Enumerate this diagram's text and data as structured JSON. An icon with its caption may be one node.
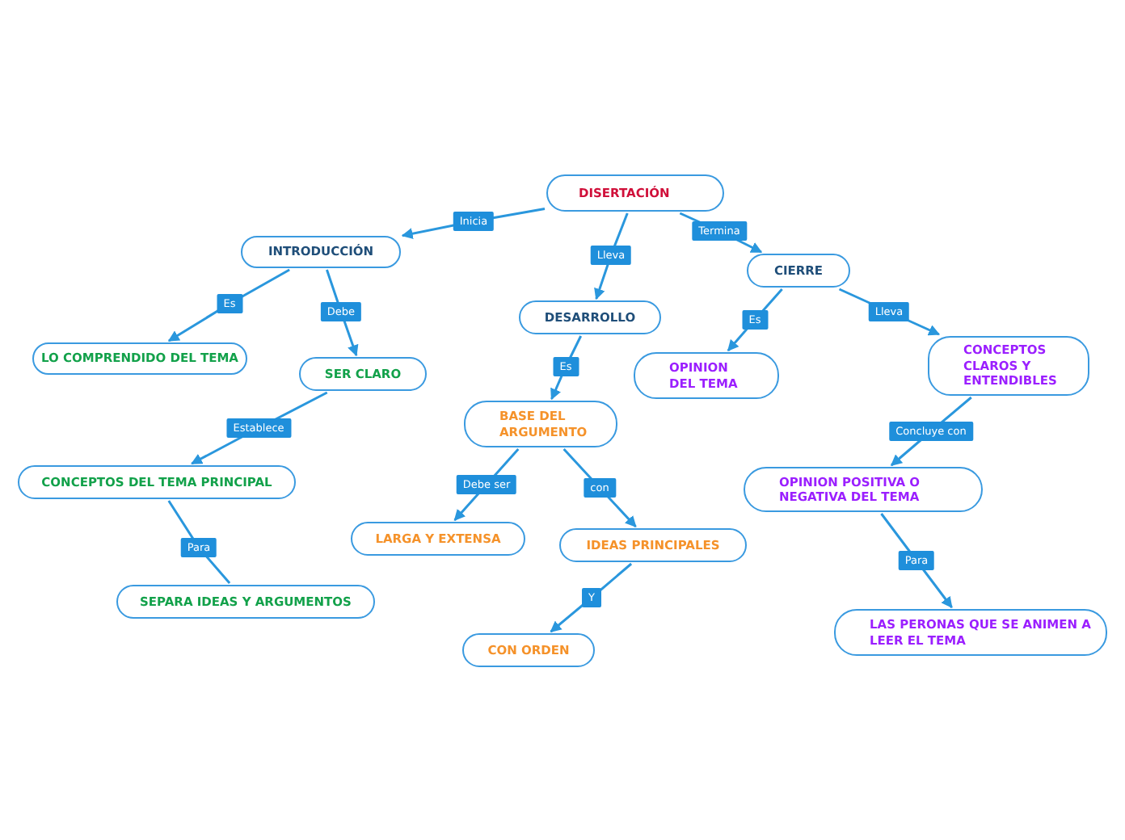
{
  "diagram": {
    "nodes": [
      {
        "text": [
          "DISERTACIÓN"
        ]
      },
      {
        "text": [
          "INTRODUCCIÓN"
        ]
      },
      {
        "text": [
          "DESARROLLO"
        ]
      },
      {
        "text": [
          "CIERRE"
        ]
      },
      {
        "text": [
          "LO COMPRENDIDO DEL TEMA"
        ]
      },
      {
        "text": [
          "SER CLARO"
        ]
      },
      {
        "text": [
          "CONCEPTOS DEL TEMA PRINCIPAL"
        ]
      },
      {
        "text": [
          "SEPARA IDEAS Y ARGUMENTOS"
        ]
      },
      {
        "text": [
          "BASE DEL ARGUMENTO"
        ]
      },
      {
        "text": [
          "LARGA Y EXTENSA"
        ]
      },
      {
        "text": [
          "IDEAS PRINCIPALES"
        ]
      },
      {
        "text": [
          "CON ORDEN"
        ]
      },
      {
        "text": [
          "OPINION DEL TEMA"
        ]
      },
      {
        "text": [
          "CONCEPTOS CLAROS Y ENTENDIBLES"
        ]
      },
      {
        "text": [
          "OPINION POSITIVA O NEGATIVA DEL TEMA"
        ]
      },
      {
        "text": [
          "LAS PERONAS QUE SE ANIMEN A LEER EL TEMA"
        ]
      }
    ],
    "edges": [
      {
        "from": 0,
        "to": 1,
        "arrow": "to",
        "label": "Inicia"
      },
      {
        "from": 0,
        "to": 2,
        "arrow": "to",
        "label": "Lleva"
      },
      {
        "from": 0,
        "to": 3,
        "arrow": "to",
        "label": "Termina"
      },
      {
        "from": 1,
        "to": 4,
        "arrow": "to",
        "label": "Es"
      },
      {
        "from": 1,
        "to": 5,
        "arrow": "to",
        "label": "Debe"
      },
      {
        "from": 5,
        "to": 6,
        "arrow": "to",
        "label": "Establece"
      },
      {
        "from": 6,
        "to": 7,
        "arrow": "none",
        "label": "Para"
      },
      {
        "from": 2,
        "to": 8,
        "arrow": "to",
        "label": "Es"
      },
      {
        "from": 8,
        "to": 9,
        "arrow": "to",
        "label": "Debe ser"
      },
      {
        "from": 8,
        "to": 10,
        "arrow": "to",
        "label": "con"
      },
      {
        "from": 10,
        "to": 11,
        "arrow": "to",
        "label": "Y"
      },
      {
        "from": 3,
        "to": 12,
        "arrow": "to",
        "label": "Es"
      },
      {
        "from": 3,
        "to": 13,
        "arrow": "to",
        "label": "Lleva"
      },
      {
        "from": 13,
        "to": 14,
        "arrow": "to",
        "label": "Concluye con"
      },
      {
        "from": 14,
        "to": 15,
        "arrow": "to",
        "label": "Para"
      }
    ]
  }
}
